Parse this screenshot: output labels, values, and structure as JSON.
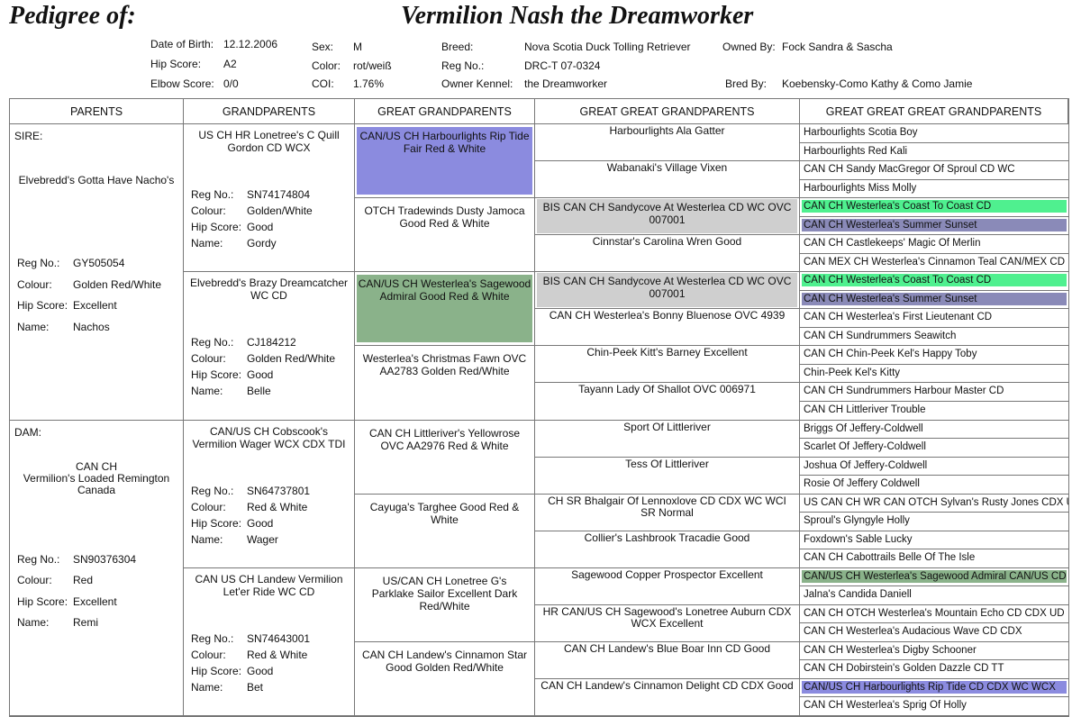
{
  "header": {
    "label": "Pedigree of:",
    "title": "Vermilion Nash the Dreamworker"
  },
  "info": {
    "dob_label": "Date of Birth:",
    "dob": "12.12.2006",
    "hip_label": "Hip Score:",
    "hip": "A2",
    "elbow_label": "Elbow Score:",
    "elbow": "0/0",
    "sex_label": "Sex:",
    "sex": "M",
    "color_label": "Color:",
    "color": "rot/weiß",
    "coi_label": "COI:",
    "coi": "1.76%",
    "breed_label": "Breed:",
    "breed": "Nova Scotia Duck Tolling Retriever",
    "reg_label": "Reg No.:",
    "reg": "DRC-T 07-0324",
    "kennel_label": "Owner Kennel:",
    "kennel": "the Dreamworker",
    "owned_label": "Owned By:",
    "owned": "Fock Sandra & Sascha",
    "bred_label": "Bred By:",
    "bred": "Koebensky-Como Kathy & Como Jamie"
  },
  "columns": [
    "PARENTS",
    "GRANDPARENTS",
    "GREAT GRANDPARENTS",
    "GREAT GREAT GRANDPARENTS",
    "GREAT GREAT GREAT GRANDPARENTS"
  ],
  "labels": {
    "reg": "Reg No.:",
    "colour": "Colour:",
    "hip": "Hip Score:",
    "name": "Name:"
  },
  "parents": [
    {
      "role": "SIRE:",
      "name": "Elvebredd's Gotta Have Nacho's",
      "reg": "GY505054",
      "colour": "Golden Red/White",
      "hip": "Excellent",
      "call": "Nachos"
    },
    {
      "role": "DAM:",
      "name": "CAN CH\nVermilion's Loaded Remington Canada",
      "reg": "SN90376304",
      "colour": "Red",
      "hip": "Excellent",
      "call": "Remi"
    }
  ],
  "grandparents": [
    {
      "name": "US CH HR Lonetree's C Quill Gordon  CD WCX",
      "reg": "SN74174804",
      "colour": "Golden/White",
      "hip": "Good",
      "call": "Gordy"
    },
    {
      "name": "Elvebredd's Brazy Dreamcatcher  WC CD",
      "reg": "CJ184212",
      "colour": "Golden Red/White",
      "hip": "Good",
      "call": "Belle"
    },
    {
      "name": "CAN/US CH Cobscook's Vermilion Wager  WCX CDX TDI",
      "reg": "SN64737801",
      "colour": "Red & White",
      "hip": "Good",
      "call": "Wager"
    },
    {
      "name": "CAN US CH Landew Vermilion Let'er Ride  WC CD",
      "reg": "SN74643001",
      "colour": "Red & White",
      "hip": "Good",
      "call": "Bet"
    }
  ],
  "great_grandparents": [
    {
      "text": "CAN/US CH Harbourlights Rip Tide  Fair Red & White",
      "color": "#8b8bdf"
    },
    {
      "text": "OTCH Tradewinds Dusty Jamoca  Good Red & White",
      "color": ""
    },
    {
      "text": "CAN/US CH Westerlea's Sagewood Admiral Good Red & White",
      "color": "#8ab28a"
    },
    {
      "text": "Westerlea's Christmas Fawn OVC AA2783 Golden Red/White",
      "color": ""
    },
    {
      "text": "CAN CH Littleriver's Yellowrose  OVC AA2976 Red & White",
      "color": ""
    },
    {
      "text": "Cayuga's Targhee Good Red & White",
      "color": ""
    },
    {
      "text": "US/CAN CH Lonetree G's Parklake Sailor Excellent Dark Red/White",
      "color": ""
    },
    {
      "text": "CAN CH Landew's Cinnamon Star  Good Golden Red/White",
      "color": ""
    }
  ],
  "gg_grandparents": [
    {
      "text": "Harbourlights Ala Gatter",
      "color": ""
    },
    {
      "text": "Wabanaki's Village Vixen",
      "color": ""
    },
    {
      "text": "BIS CAN CH Sandycove At Westerlea CD WC OVC 007001",
      "color": "#cfcfcf"
    },
    {
      "text": "Cinnstar's Carolina Wren  Good",
      "color": ""
    },
    {
      "text": "BIS CAN CH Sandycove At Westerlea CD WC OVC 007001",
      "color": "#cfcfcf"
    },
    {
      "text": "CAN CH Westerlea's Bonny Bluenose  OVC 4939",
      "color": ""
    },
    {
      "text": "Chin-Peek Kitt's Barney  Excellent",
      "color": ""
    },
    {
      "text": "Tayann Lady Of Shallot  OVC 006971",
      "color": ""
    },
    {
      "text": "Sport Of Littleriver",
      "color": ""
    },
    {
      "text": "Tess Of Littleriver",
      "color": ""
    },
    {
      "text": "CH SR Bhalgair Of Lennoxlove CD CDX WC WCI SR Normal",
      "color": ""
    },
    {
      "text": "Collier's Lashbrook Tracadie  Good",
      "color": ""
    },
    {
      "text": "Sagewood Copper Prospector  Excellent",
      "color": ""
    },
    {
      "text": "HR CAN/US CH Sagewood's Lonetree Auburn CDX WCX Excellent",
      "color": ""
    },
    {
      "text": "CAN CH Landew's Blue Boar Inn CD Good",
      "color": ""
    },
    {
      "text": "CAN CH Landew's Cinnamon Delight CD CDX Good",
      "color": ""
    }
  ],
  "ggg_grandparents": [
    {
      "text": "Harbourlights Scotia Boy",
      "color": ""
    },
    {
      "text": "Harbourlights Red Kali",
      "color": ""
    },
    {
      "text": "CAN CH Sandy MacGregor Of Sproul CD WC",
      "color": ""
    },
    {
      "text": "Harbourlights Miss Molly",
      "color": ""
    },
    {
      "text": "CAN CH Westerlea's Coast To Coast CD",
      "color": "#4ff08f"
    },
    {
      "text": "CAN CH Westerlea's Summer Sunset",
      "color": "#8a8ab8"
    },
    {
      "text": "CAN CH Castlekeeps' Magic Of Merlin",
      "color": ""
    },
    {
      "text": "CAN MEX CH Westerlea's Cinnamon Teal CAN/MEX CD US",
      "color": ""
    },
    {
      "text": "CAN CH Westerlea's Coast To Coast CD",
      "color": "#4ff08f"
    },
    {
      "text": "CAN CH Westerlea's Summer Sunset",
      "color": "#8a8ab8"
    },
    {
      "text": "CAN CH Westerlea's First Lieutenant CD",
      "color": ""
    },
    {
      "text": "CAN CH Sundrummers Seawitch",
      "color": ""
    },
    {
      "text": "CAN CH Chin-Peek Kel's Happy Toby",
      "color": ""
    },
    {
      "text": "Chin-Peek Kel's Kitty",
      "color": ""
    },
    {
      "text": "CAN CH Sundrummers Harbour Master CD",
      "color": ""
    },
    {
      "text": "CAN CH Littleriver Trouble",
      "color": ""
    },
    {
      "text": "Briggs Of Jeffery-Coldwell",
      "color": ""
    },
    {
      "text": "Scarlet Of Jeffery-Coldwell",
      "color": ""
    },
    {
      "text": "Joshua Of Jeffery-Coldwell",
      "color": ""
    },
    {
      "text": "Rosie Of Jeffery Coldwell",
      "color": ""
    },
    {
      "text": "US CAN CH WR CAN OTCH Sylvan's Rusty Jones CDX UD",
      "color": ""
    },
    {
      "text": "Sproul's Glyngyle Holly",
      "color": ""
    },
    {
      "text": "Foxdown's Sable Lucky",
      "color": ""
    },
    {
      "text": "CAN CH Cabottrails Belle Of The Isle",
      "color": ""
    },
    {
      "text": "CAN/US CH Westerlea's Sagewood Admiral CAN/US CD",
      "color": "#8ab28a"
    },
    {
      "text": "Jalna's Candida Daniell",
      "color": ""
    },
    {
      "text": "CAN CH OTCH Westerlea's Mountain Echo CD CDX UD",
      "color": ""
    },
    {
      "text": "CAN CH Westerlea's Audacious Wave CD CDX",
      "color": ""
    },
    {
      "text": "CAN CH Westerlea's Digby Schooner",
      "color": ""
    },
    {
      "text": "CAN CH Dobirstein's Golden Dazzle CD TT",
      "color": ""
    },
    {
      "text": "CAN/US CH Harbourlights Rip Tide CD CDX WC WCX",
      "color": "#8b8bdf"
    },
    {
      "text": "CAN CH Westerlea's Sprig Of Holly",
      "color": ""
    }
  ]
}
